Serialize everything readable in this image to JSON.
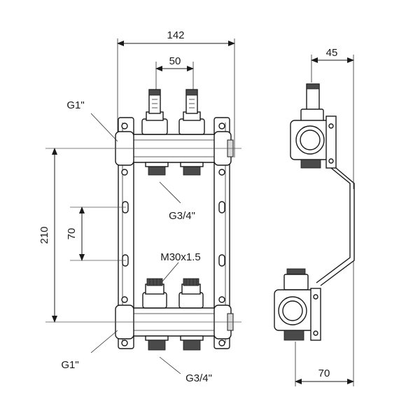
{
  "labels": {
    "dim_top_width": "142",
    "dim_spacing": "50",
    "dim_side_depth": "45",
    "dim_height": "210",
    "dim_bracket": "70",
    "dim_bottom_depth": "70",
    "thread_top_left": "G1\"",
    "thread_bottom_left": "G1\"",
    "outlet_top": "G3/4\"",
    "outlet_bottom": "G3/4\"",
    "valve_thread": "M30x1.5"
  }
}
